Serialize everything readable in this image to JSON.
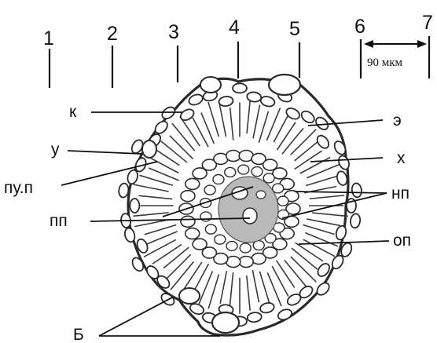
{
  "figure": {
    "numbers": [
      "1",
      "2",
      "3",
      "4",
      "5",
      "6",
      "7"
    ],
    "scale_label": "90 мкм",
    "labels": {
      "k": "к",
      "u": "у",
      "pu_p": "пу.п",
      "pp": "пп",
      "b": "Б",
      "e": "э",
      "x": "х",
      "np": "нп",
      "op": "оп"
    },
    "colors": {
      "outline": "#2a2a2a",
      "cell_fill": "#ffffff",
      "tissue_shadow": "#8a8a8a",
      "pith": "#9a9a9a",
      "text": "#111111"
    }
  }
}
